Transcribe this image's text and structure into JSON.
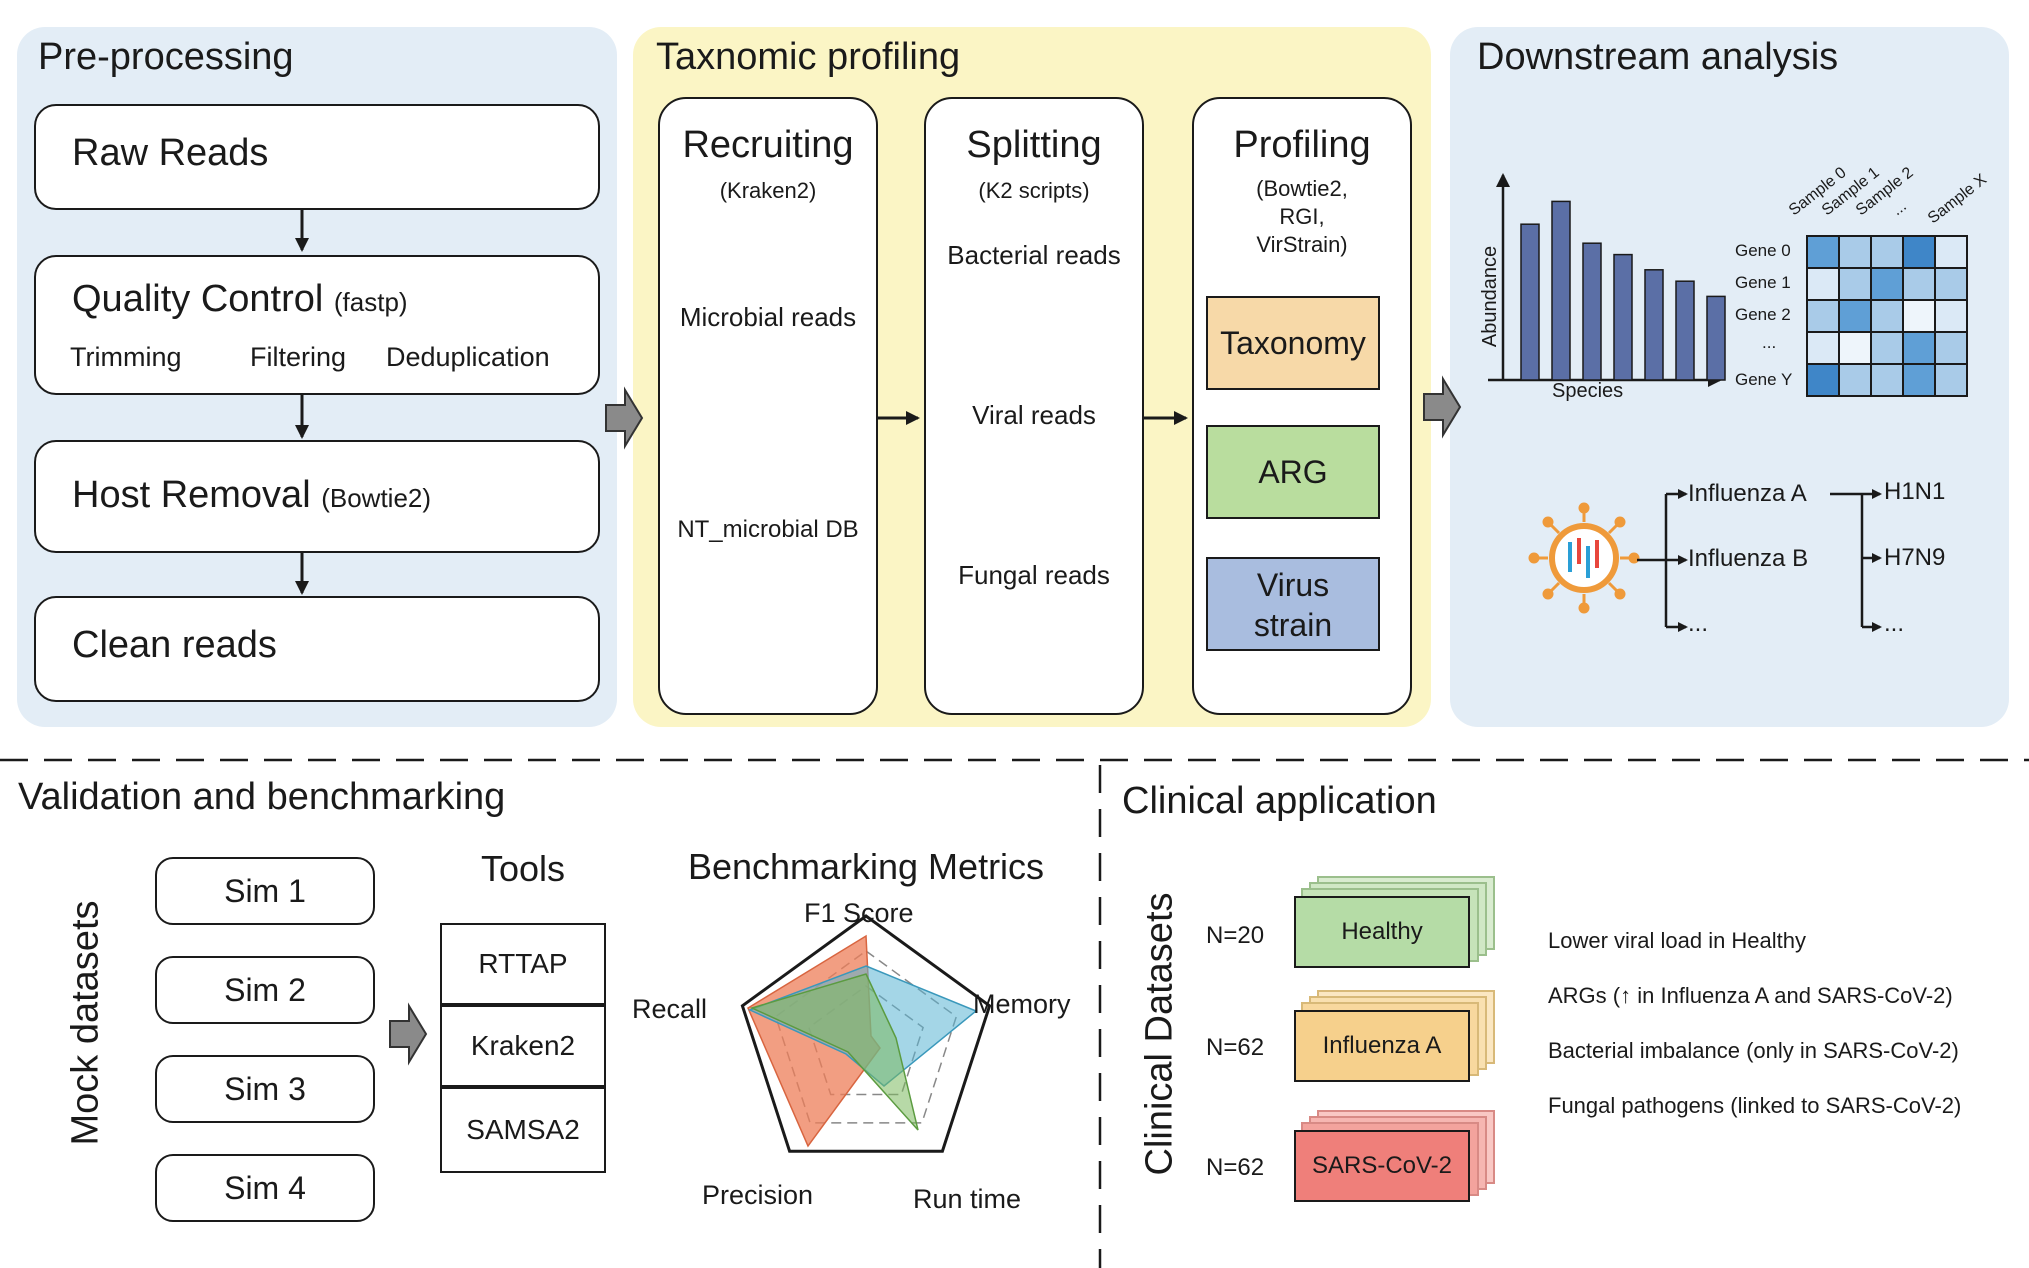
{
  "colors": {
    "preprocessing_bg": "#e3edf6",
    "taxonomic_bg": "#fbf5c5",
    "downstream_bg": "#e3edf6",
    "orange": "#f29a3d",
    "green": "#5bb04a",
    "blue": "#2a9fd6",
    "red": "#e8463c",
    "bar": "#5b6fa6",
    "taxonomy_card": "#f7d9a8",
    "arg_card": "#b9dd9e",
    "virus_card": "#a9bddf",
    "healthy": "#b5dca6",
    "influenza": "#f6d08c",
    "sars": "#ef7f7a"
  },
  "preprocessing": {
    "title": "Pre-processing",
    "raw_reads": "Raw Reads",
    "qc_title": "Quality Control",
    "qc_tool": "(fastp)",
    "qc_steps": [
      "Trimming",
      "Filtering",
      "Deduplication"
    ],
    "host_removal": "Host Removal",
    "host_tool": "(Bowtie2)",
    "clean_reads": "Clean reads"
  },
  "taxonomic": {
    "title": "Taxnomic profiling",
    "recruiting": {
      "title": "Recruiting",
      "tool": "(Kraken2)",
      "label": "Microbial reads",
      "db": "NT_microbial DB"
    },
    "splitting": {
      "title": "Splitting",
      "tool": "(K2 scripts)",
      "groups": [
        "Bacterial reads",
        "Viral reads",
        "Fungal reads"
      ]
    },
    "profiling": {
      "title": "Profiling",
      "tools": [
        "(Bowtie2,",
        "RGI,",
        "VirStrain)"
      ],
      "cards": [
        "Taxonomy",
        "ARG",
        "Virus",
        "strain"
      ]
    }
  },
  "downstream": {
    "title": "Downstream analysis",
    "bar_chart": {
      "ylabel": "Abundance",
      "xlabel": "Species",
      "relative_heights": [
        0.82,
        0.94,
        0.72,
        0.66,
        0.58,
        0.52,
        0.44
      ]
    },
    "heatmap": {
      "columns": [
        "Sample 0",
        "Sample 1",
        "Sample 2",
        "...",
        "Sample X"
      ],
      "rows": [
        "Gene 0",
        "Gene 1",
        "Gene 2",
        "...",
        "Gene Y"
      ]
    },
    "strains": {
      "types": [
        "Influenza A",
        "Influenza B",
        "..."
      ],
      "subtypes": [
        "H1N1",
        "H7N9",
        "..."
      ]
    }
  },
  "validation": {
    "title": "Validation and benchmarking",
    "mock_label": "Mock datasets",
    "sims": [
      "Sim 1",
      "Sim 2",
      "Sim 3",
      "Sim 4"
    ],
    "tools_title": "Tools",
    "tools": [
      "RTTAP",
      "Kraken2",
      "SAMSA2"
    ],
    "metrics_title": "Benchmarking Metrics",
    "metrics": [
      "F1 Score",
      "Memory",
      "Run time",
      "Precision",
      "Recall"
    ]
  },
  "clinical": {
    "title": "Clinical application",
    "datasets_label": "Clinical Datasets",
    "groups": [
      {
        "n": "N=20",
        "name": "Healthy"
      },
      {
        "n": "N=62",
        "name": "Influenza A"
      },
      {
        "n": "N=62",
        "name": "SARS-CoV-2"
      }
    ],
    "findings": [
      "Lower viral load in Healthy",
      "ARGs (↑ in Influenza A and SARS-CoV-2)",
      "Bacterial imbalance (only in SARS-CoV-2)",
      "Fungal pathogens (linked to SARS-CoV-2)"
    ]
  }
}
